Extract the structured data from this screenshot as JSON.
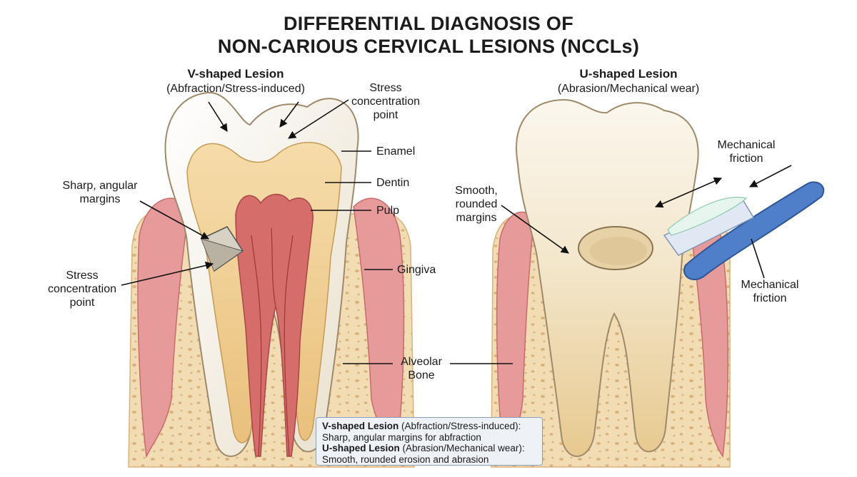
{
  "title": {
    "line1": "DIFFERENTIAL DIAGNOSIS OF",
    "line2": "NON-CARIOUS CERVICAL LESIONS (NCCLs)"
  },
  "left": {
    "heading": "V-shaped Lesion",
    "subheading": "(Abfraction/Stress-induced)",
    "sharp_margins": [
      "Sharp, angular",
      "margins"
    ],
    "stress_point_top": [
      "Stress",
      "concentration",
      "point"
    ],
    "stress_point_bottom": [
      "Stress",
      "concentration",
      "point"
    ]
  },
  "anatomy": {
    "enamel": "Enamel",
    "dentin": "Dentin",
    "pulp": "Pulp",
    "gingiva": "Gingiva",
    "alveolar_bone": [
      "Alveolar",
      "Bone"
    ]
  },
  "right": {
    "heading": "U-shaped Lesion",
    "subheading": "(Abrasion/Mechanical wear)",
    "smooth_margins": [
      "Smooth,",
      "rounded",
      "margins"
    ],
    "friction_top": [
      "Mechanical",
      "friction"
    ],
    "friction_bottom": [
      "Mechanical",
      "friction"
    ]
  },
  "legend": {
    "v_title": "V-shaped Lesion",
    "v_sub": " (Abfraction/Stress-induced):",
    "v_desc": "Sharp, angular margins for abfraction",
    "u_title": "U-shaped Lesion",
    "u_sub": " (Abrasion/Mechanical wear):",
    "u_desc": "Smooth, rounded erosion and abrasion"
  },
  "colors": {
    "gum": "#e79a9a",
    "bone": "#f1dcb4",
    "enamel": "#f7f3ea",
    "dentin": "#f3d39a",
    "pulp": "#d56d6a",
    "brush": "#4f7fc8"
  }
}
